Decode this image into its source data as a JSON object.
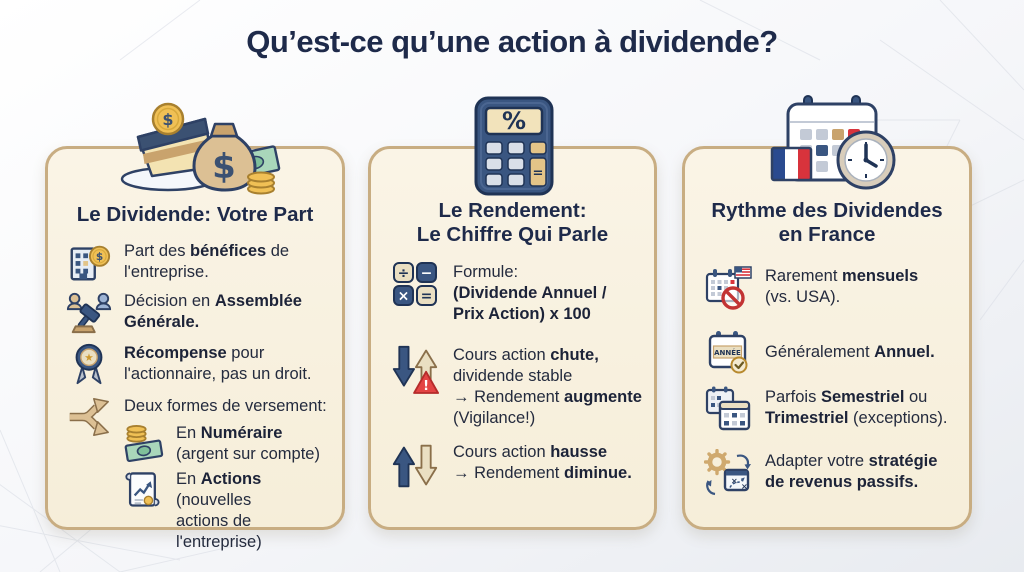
{
  "title": "Qu’est-ce qu’une action à dividende?",
  "colors": {
    "navy_text": "#1e2a4a",
    "card_background": "#f9f2e2",
    "card_border": "#c8ad82",
    "icon_navy": "#3a5681",
    "gold": "#f0c055",
    "tan": "#dcc094",
    "bill_green": "#a9d6ba",
    "alert_red": "#e34444"
  },
  "glyphs": {
    "percent": "%",
    "equals": "=",
    "divide": "÷",
    "minus": "−",
    "multiply": "×",
    "dollar": "$",
    "star": "★"
  },
  "cards": [
    {
      "icon": "cake-slice-money-bag-icon",
      "title_lines": [
        "Le Dividende: Votre Part"
      ],
      "items": [
        {
          "icon": "building-coin-icon",
          "segments": [
            {
              "t": "Part des "
            },
            {
              "t": "bénéfices",
              "b": true
            },
            {
              "t": " de\nl'entreprise."
            }
          ]
        },
        {
          "icon": "gavel-assembly-icon",
          "segments": [
            {
              "t": "Décision en "
            },
            {
              "t": "Assemblée\nGénérale.",
              "b": true
            }
          ]
        },
        {
          "icon": "award-medal-icon",
          "segments": [
            {
              "t": "Récompense",
              "b": true
            },
            {
              "t": " pour\nl'actionnaire, pas un droit."
            }
          ]
        },
        {
          "icon": "split-arrows-icon",
          "segments": [
            {
              "t": "Deux formes de versement:"
            }
          ]
        },
        {
          "icon": "cash-coins-icon",
          "sub": true,
          "segments": [
            {
              "t": "En "
            },
            {
              "t": "Numéraire",
              "b": true
            },
            {
              "t": "\n(argent sur compte)"
            }
          ]
        },
        {
          "icon": "stock-certificate-icon",
          "sub": true,
          "segments": [
            {
              "t": "En "
            },
            {
              "t": "Actions",
              "b": true
            },
            {
              "t": " (nouvelles\nactions de l'entreprise)"
            }
          ]
        }
      ]
    },
    {
      "icon": "percent-calculator-icon",
      "title_lines": [
        "Le Rendement:",
        "Le Chiffre Qui Parle"
      ],
      "items": [
        {
          "icon": "math-operations-icon",
          "segments": [
            {
              "t": "Formule:\n"
            },
            {
              "t": "(Dividende Annuel /\nPrix Action) x 100",
              "b": true
            }
          ]
        },
        {
          "icon": "price-down-yield-up-warning-icon",
          "segments": [
            {
              "t": "Cours action "
            },
            {
              "t": "chute,",
              "b": true
            },
            {
              "t": "\ndividende stable\n→ Rendement "
            },
            {
              "t": "augmente",
              "b": true
            },
            {
              "t": "\n(Vigilance!)"
            }
          ]
        },
        {
          "icon": "price-up-yield-down-icon",
          "segments": [
            {
              "t": "Cours action "
            },
            {
              "t": "hausse",
              "b": true
            },
            {
              "t": "\n→ Rendement "
            },
            {
              "t": "diminue.",
              "b": true
            }
          ]
        }
      ]
    },
    {
      "icon": "calendar-france-clock-icon",
      "title_lines": [
        "Rythme des Dividendes",
        "en France"
      ],
      "items": [
        {
          "icon": "calendar-no-monthly-usa-icon",
          "segments": [
            {
              "t": "Rarement "
            },
            {
              "t": "mensuels",
              "b": true
            },
            {
              "t": "\n(vs. USA)."
            }
          ]
        },
        {
          "icon": "calendar-annual-check-icon",
          "icon_label": "ANNÉE",
          "segments": [
            {
              "t": "Généralement "
            },
            {
              "t": "Annuel.",
              "b": true
            }
          ]
        },
        {
          "icon": "dual-calendars-icon",
          "segments": [
            {
              "t": "Parfois "
            },
            {
              "t": "Semestriel",
              "b": true
            },
            {
              "t": " ou\n"
            },
            {
              "t": "Trimestriel",
              "b": true
            },
            {
              "t": " (exceptions)."
            }
          ]
        },
        {
          "icon": "gear-strategy-icon",
          "segments": [
            {
              "t": "Adapter votre "
            },
            {
              "t": "stratégie\nde revenus passifs.",
              "b": true
            }
          ]
        }
      ]
    }
  ]
}
